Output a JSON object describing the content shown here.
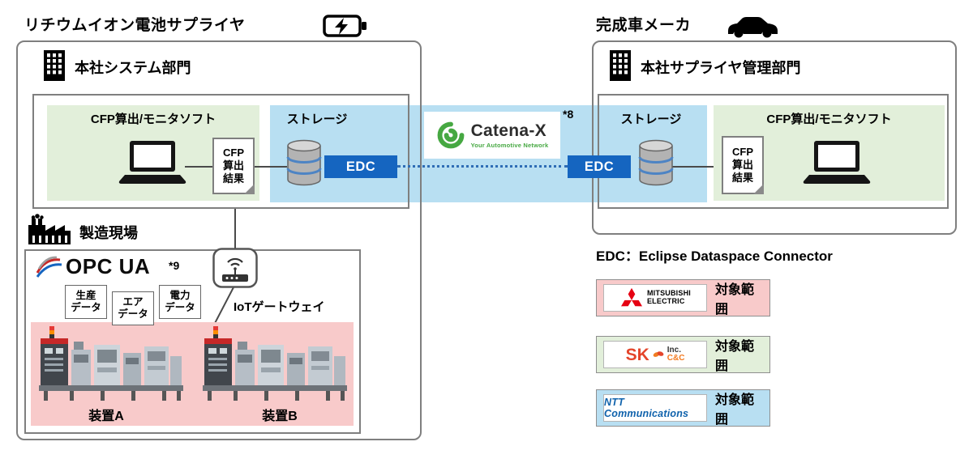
{
  "headers": {
    "supplier": "リチウムイオン電池サプライヤ",
    "oem": "完成車メーカ"
  },
  "supplier_hq": {
    "title": "本社システム部門",
    "cfp_software": "CFP算出/モニタソフト",
    "cfp_result": "CFP\n算出\n結果",
    "storage": "ストレージ",
    "edc": "EDC"
  },
  "catena_x": {
    "name": "Catena-X",
    "tagline": "Your Automotive Network",
    "footnote": "*8"
  },
  "oem_hq": {
    "title": "本社サプライヤ管理部門",
    "storage": "ストレージ",
    "edc": "EDC",
    "cfp_software": "CFP算出/モニタソフト",
    "cfp_result": "CFP\n算出\n結果"
  },
  "factory": {
    "title": "製造現場",
    "opc_ua": "OPC UA",
    "footnote": "*9",
    "gateway": "IoTゲートウェイ",
    "data_tags": [
      "生産\nデータ",
      "エア\nデータ",
      "電力\nデータ"
    ],
    "equipment_a": "装置A",
    "equipment_b": "装置B"
  },
  "edc_definition": "EDC：Eclipse Dataspace Connector",
  "legend": [
    {
      "company_line1": "MITSUBISHI",
      "company_line2": "ELECTRIC",
      "label": "対象範囲"
    },
    {
      "company": "SK",
      "suffix": "Inc.",
      "sub": "C&C",
      "label": "対象範囲"
    },
    {
      "company": "NTT Communications",
      "label": "対象範囲"
    }
  ],
  "colors": {
    "band_blue": "#b8dff2",
    "box_green": "#e2efda",
    "box_pink": "#f8caca",
    "edc_blue": "#1565c0",
    "catena_green": "#46a842",
    "mitsubishi_red": "#e60012"
  }
}
